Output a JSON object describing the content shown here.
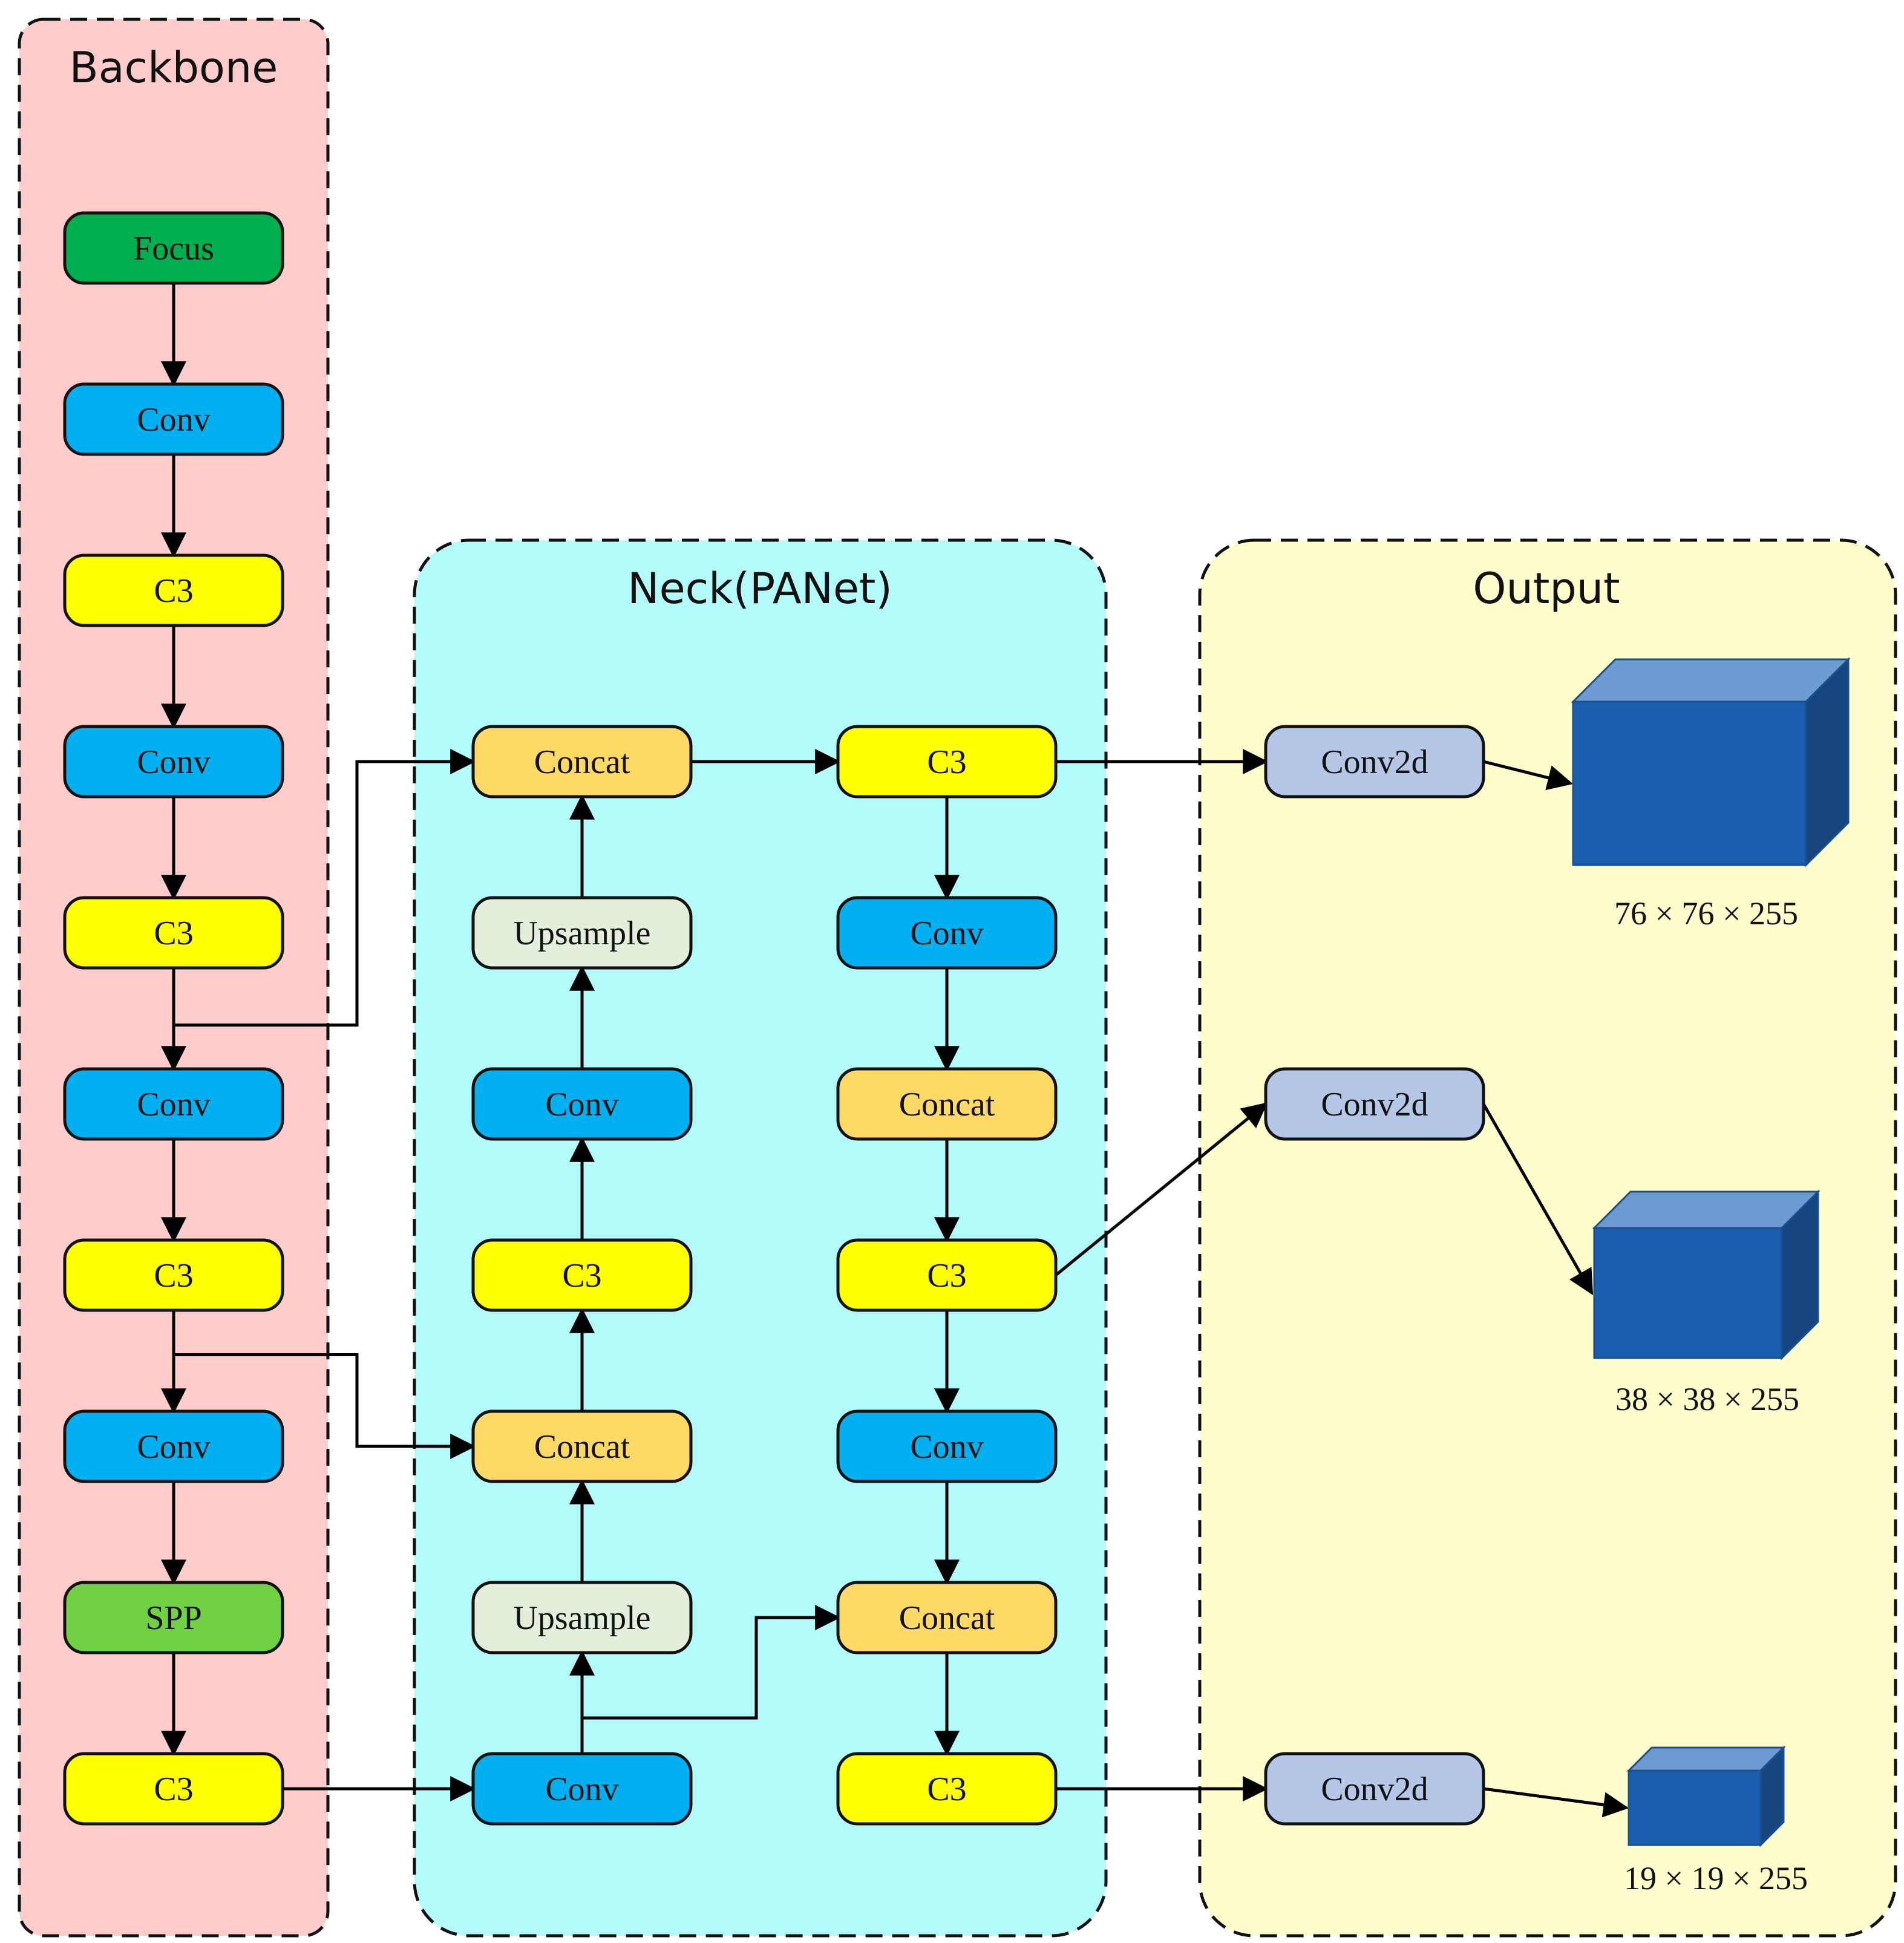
{
  "panels": {
    "backbone": {
      "title": "Backbone",
      "fill": "#ffcccc"
    },
    "neck": {
      "title": "Neck(PANet)",
      "fill": "#b3fbfb"
    },
    "output": {
      "title": "Output",
      "fill": "#fffdcc"
    }
  },
  "colors": {
    "focus": "#00b050",
    "conv": "#00b0f0",
    "c3": "#ffff00",
    "concat": "#ffd966",
    "upsample": "#e2efda",
    "spp": "#70d243",
    "conv2d": "#b4c7e7",
    "cube_front": "#1a5fad",
    "cube_top": "#6d9bd1",
    "cube_side": "#16457f"
  },
  "backbone": {
    "nodes": [
      {
        "id": "b_focus",
        "label": "Focus",
        "kind": "focus"
      },
      {
        "id": "b_conv1",
        "label": "Conv",
        "kind": "conv"
      },
      {
        "id": "b_c3_1",
        "label": "C3",
        "kind": "c3"
      },
      {
        "id": "b_conv2",
        "label": "Conv",
        "kind": "conv"
      },
      {
        "id": "b_c3_2",
        "label": "C3",
        "kind": "c3"
      },
      {
        "id": "b_conv3",
        "label": "Conv",
        "kind": "conv"
      },
      {
        "id": "b_c3_3",
        "label": "C3",
        "kind": "c3"
      },
      {
        "id": "b_conv4",
        "label": "Conv",
        "kind": "conv"
      },
      {
        "id": "b_spp",
        "label": "SPP",
        "kind": "spp"
      },
      {
        "id": "b_c3_4",
        "label": "C3",
        "kind": "c3"
      }
    ]
  },
  "neck": {
    "up_path": [
      {
        "id": "n_concat1",
        "label": "Concat",
        "kind": "concat"
      },
      {
        "id": "n_upsample1",
        "label": "Upsample",
        "kind": "upsample"
      },
      {
        "id": "n_conv1",
        "label": "Conv",
        "kind": "conv"
      },
      {
        "id": "n_c3_1",
        "label": "C3",
        "kind": "c3"
      },
      {
        "id": "n_concat2",
        "label": "Concat",
        "kind": "concat"
      },
      {
        "id": "n_upsample2",
        "label": "Upsample",
        "kind": "upsample"
      },
      {
        "id": "n_conv2",
        "label": "Conv",
        "kind": "conv"
      }
    ],
    "down_path": [
      {
        "id": "n_c3_2",
        "label": "C3",
        "kind": "c3"
      },
      {
        "id": "n_conv3",
        "label": "Conv",
        "kind": "conv"
      },
      {
        "id": "n_concat3",
        "label": "Concat",
        "kind": "concat"
      },
      {
        "id": "n_c3_3",
        "label": "C3",
        "kind": "c3"
      },
      {
        "id": "n_conv4",
        "label": "Conv",
        "kind": "conv"
      },
      {
        "id": "n_concat4",
        "label": "Concat",
        "kind": "concat"
      },
      {
        "id": "n_c3_4",
        "label": "C3",
        "kind": "c3"
      }
    ]
  },
  "output": {
    "heads": [
      {
        "id": "o_conv2d_1",
        "label": "Conv2d",
        "kind": "conv2d",
        "dims": "76 × 76 × 255"
      },
      {
        "id": "o_conv2d_2",
        "label": "Conv2d",
        "kind": "conv2d",
        "dims": "38 × 38 × 255"
      },
      {
        "id": "o_conv2d_3",
        "label": "Conv2d",
        "kind": "conv2d",
        "dims": "19 × 19 × 255"
      }
    ]
  }
}
